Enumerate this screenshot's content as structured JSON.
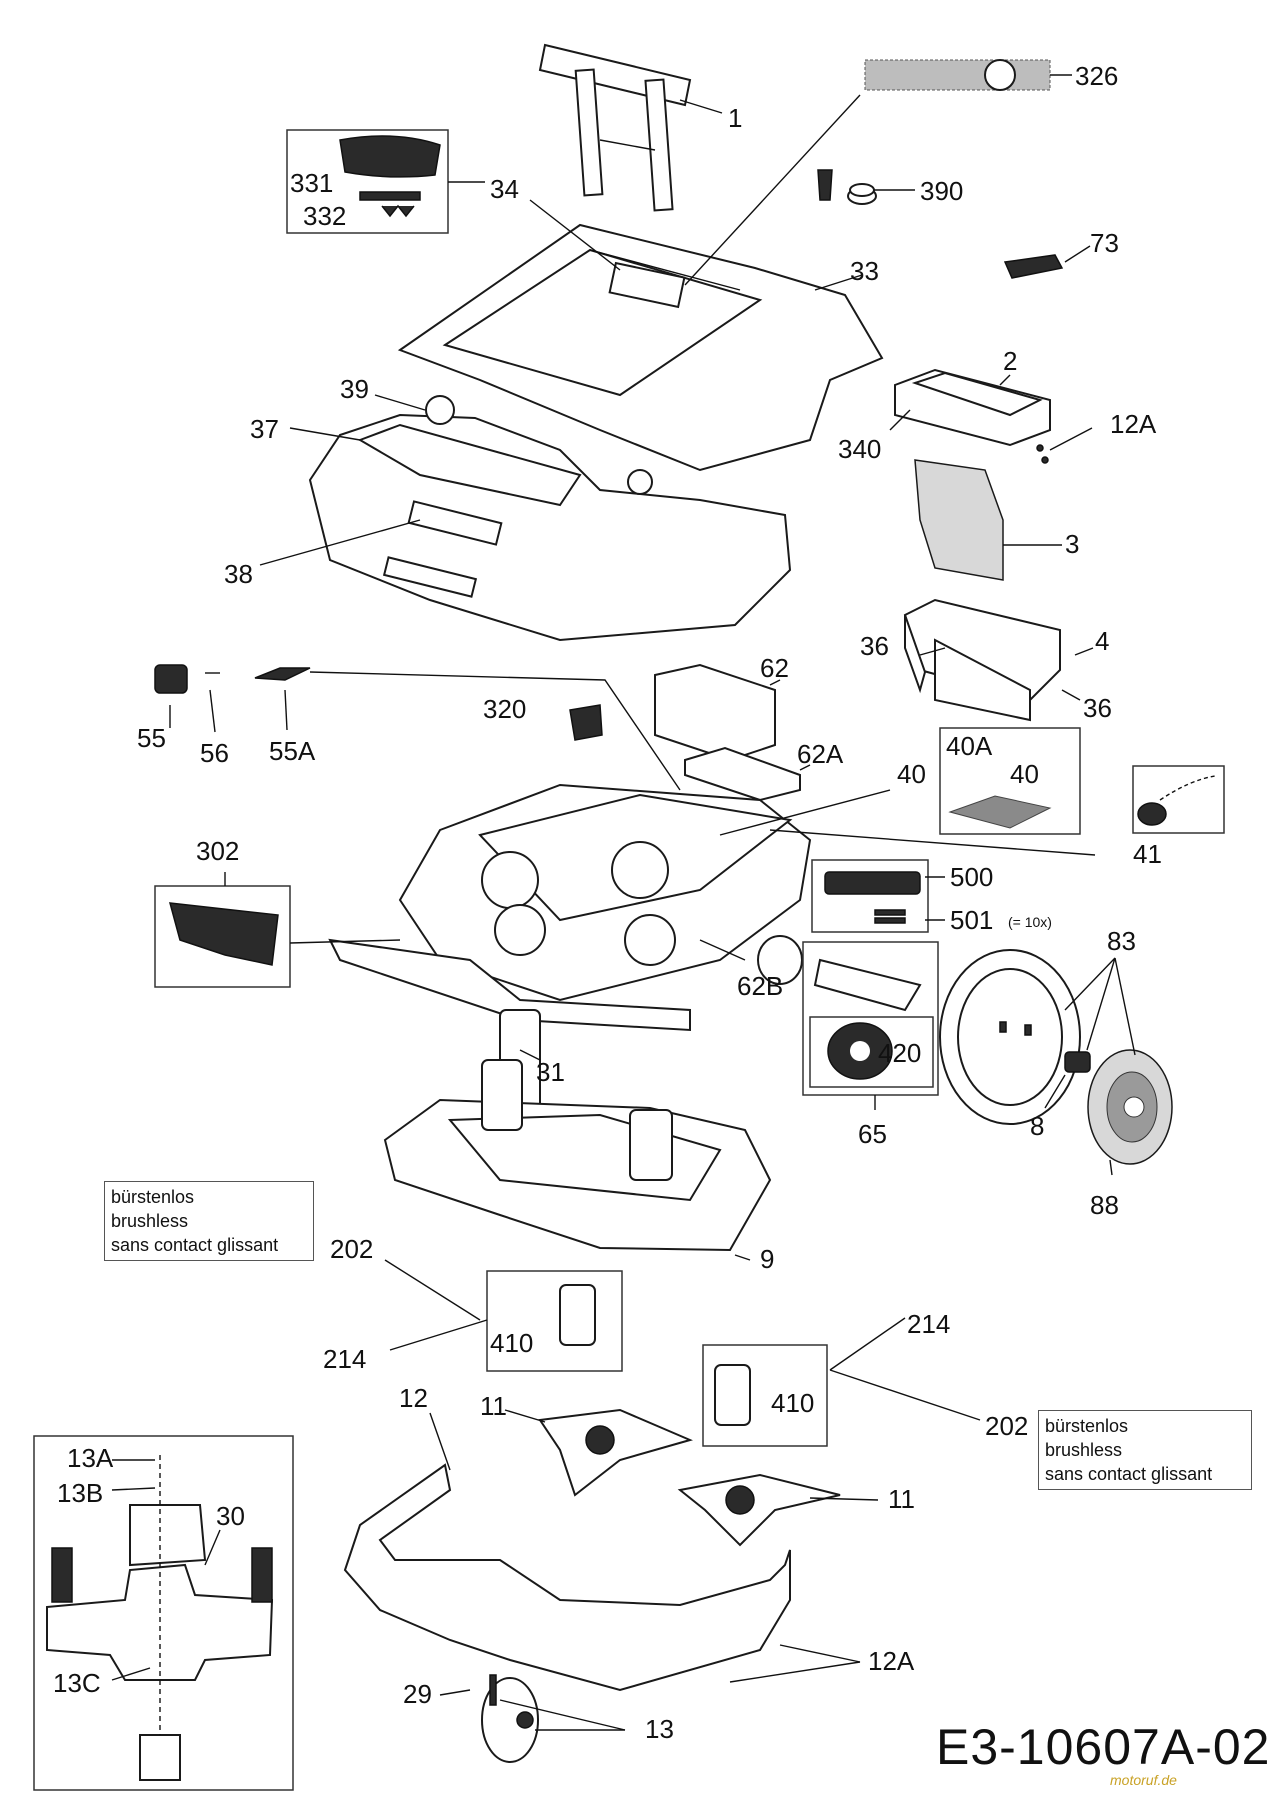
{
  "diagram": {
    "drawing_id": "E3-10607A-02",
    "watermark": "motoruf.de",
    "notes": {
      "left": [
        "bürstenlos",
        "brushless",
        "sans contact glissant"
      ],
      "right": [
        "bürstenlos",
        "brushless",
        "sans contact glissant"
      ]
    },
    "callouts": {
      "c1": "1",
      "c326": "326",
      "c331": "331",
      "c332": "332",
      "c34": "34",
      "c390": "390",
      "c73": "73",
      "c33": "33",
      "c2": "2",
      "c12A_top": "12A",
      "c340": "340",
      "c39": "39",
      "c37": "37",
      "c38": "38",
      "c3": "3",
      "c36_left": "36",
      "c4": "4",
      "c36_right": "36",
      "c62": "62",
      "c62A": "62A",
      "c320": "320",
      "c55": "55",
      "c56": "56",
      "c55A": "55A",
      "c40": "40",
      "c40A": "40A",
      "c40_box": "40",
      "c41": "41",
      "c302": "302",
      "c500": "500",
      "c501": "501",
      "c501_note": "(= 10x)",
      "c83": "83",
      "c62B": "62B",
      "c31": "31",
      "c420": "420",
      "c8": "8",
      "c65": "65",
      "c88": "88",
      "c9": "9",
      "c202_left": "202",
      "c214_left": "214",
      "c410_left": "410",
      "c214_right": "214",
      "c410_right": "410",
      "c202_right": "202",
      "c12": "12",
      "c11_top": "11",
      "c11_right": "11",
      "c13A": "13A",
      "c13B": "13B",
      "c30": "30",
      "c13C": "13C",
      "c12A_bottom": "12A",
      "c29": "29",
      "c13": "13"
    }
  }
}
